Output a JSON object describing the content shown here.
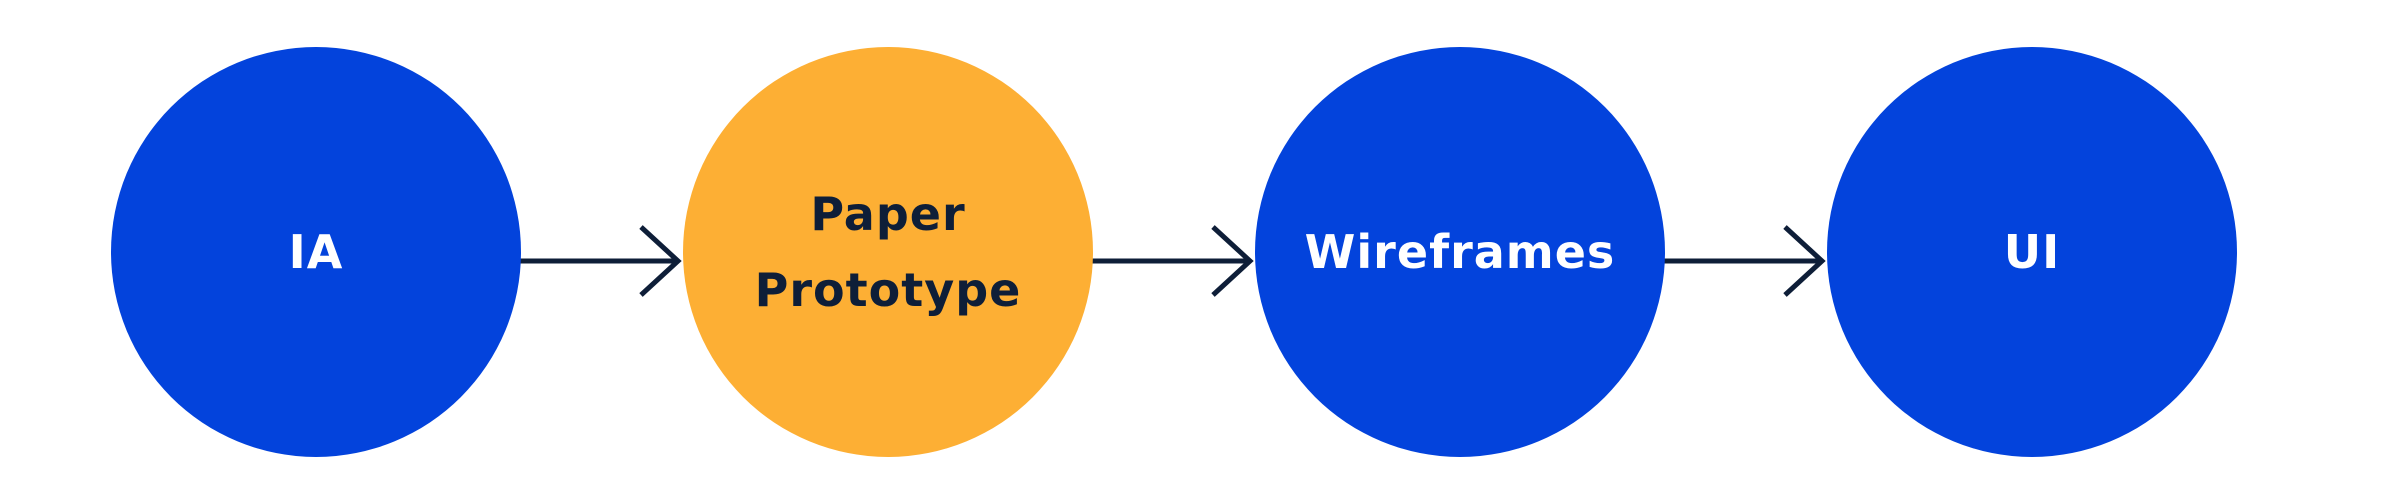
{
  "colors": {
    "primary": "#0343DC",
    "highlight": "#FDAF34",
    "ink": "#0E1E38",
    "label_light": "#FFFFFF",
    "background": "#FFFFFF"
  },
  "steps": [
    {
      "label": "IA",
      "fill": "#0343DC",
      "text_color": "#FFFFFF"
    },
    {
      "label": "Paper Prototype",
      "fill": "#FDAF34",
      "text_color": "#0E1E38"
    },
    {
      "label": "Wireframes",
      "fill": "#0343DC",
      "text_color": "#FFFFFF"
    },
    {
      "label": "UI",
      "fill": "#0343DC",
      "text_color": "#FFFFFF"
    }
  ]
}
